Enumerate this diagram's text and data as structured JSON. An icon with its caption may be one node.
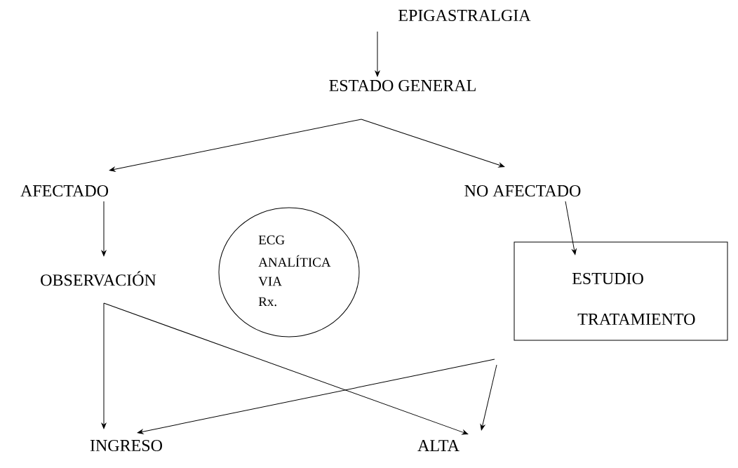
{
  "diagram": {
    "nodes": [
      {
        "text": [
          "EPIGASTRALGIA"
        ]
      },
      {
        "text": [
          "ESTADO GENERAL"
        ]
      },
      {
        "text": [
          "AFECTADO"
        ]
      },
      {
        "text": [
          "NO AFECTADO"
        ]
      },
      {
        "text": [
          "ECG",
          "ANALÍTICA",
          "VIA",
          "Rx."
        ]
      },
      {
        "text": [
          "OBSERVACIÓN"
        ]
      },
      {
        "text": [
          "ESTUDIO",
          "TRATAMIENTO"
        ]
      },
      {
        "text": [
          "INGRESO"
        ]
      },
      {
        "text": [
          "ALTA"
        ]
      }
    ],
    "edges": [
      {
        "from": 0,
        "to": 1,
        "arrow": "to"
      },
      {
        "from": 1,
        "to": 2,
        "arrow": "to"
      },
      {
        "from": 1,
        "to": 3,
        "arrow": "to"
      },
      {
        "from": 2,
        "to": 5,
        "arrow": "to"
      },
      {
        "from": 3,
        "to": 6,
        "arrow": "to"
      },
      {
        "from": 5,
        "to": 7,
        "arrow": "to"
      },
      {
        "from": 5,
        "to": 8,
        "arrow": "to"
      },
      {
        "from": 6,
        "to": 7,
        "arrow": "to"
      },
      {
        "from": 6,
        "to": 8,
        "arrow": "to"
      }
    ]
  }
}
